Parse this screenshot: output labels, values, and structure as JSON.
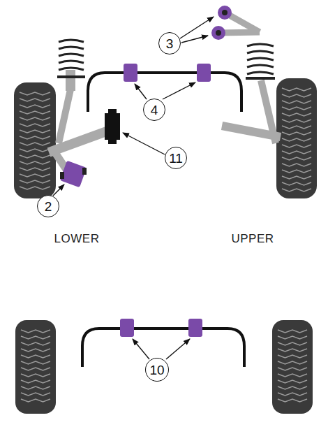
{
  "diagram": {
    "nodes": [
      {
        "text": [
          "3"
        ]
      },
      {
        "text": [
          "4"
        ]
      },
      {
        "text": [
          "11"
        ]
      },
      {
        "text": [
          "2"
        ]
      },
      {
        "text": [
          "10"
        ]
      }
    ],
    "labels": [
      "LOWER",
      "UPPER"
    ]
  }
}
